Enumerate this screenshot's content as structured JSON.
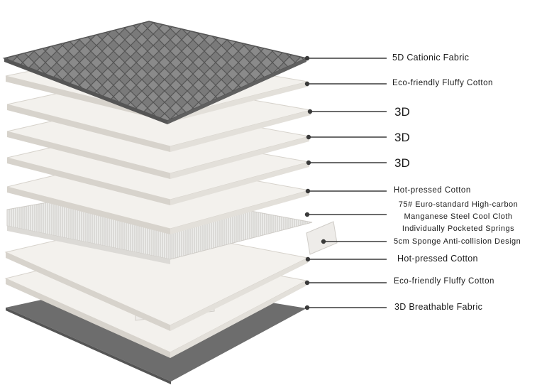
{
  "colors": {
    "leader_line": "#3a3a3a",
    "layer_face": "#f3f1ed",
    "layer_side": "#d7d3cc",
    "quilt": "#777777",
    "quilt_dark": "#555555",
    "base_fabric": "#6d6d6d",
    "spring_block": "#e8e6e3"
  },
  "labels": {
    "l1": "5D Cationic Fabric",
    "l2": "Eco-friendly Fluffy Cotton",
    "l3": "3D",
    "l4": "3D",
    "l5": "3D",
    "l6": "Hot-pressed Cotton",
    "l7": [
      "75# Euro-standard High-carbon",
      "Manganese Steel Cool Cloth",
      "Individually Pocketed Springs"
    ],
    "l8": "5cm Sponge Anti-collision Design",
    "l9": "Hot-pressed Cotton",
    "l10": "Eco-friendly Fluffy Cotton",
    "l11": "3D Breathable Fabric"
  }
}
